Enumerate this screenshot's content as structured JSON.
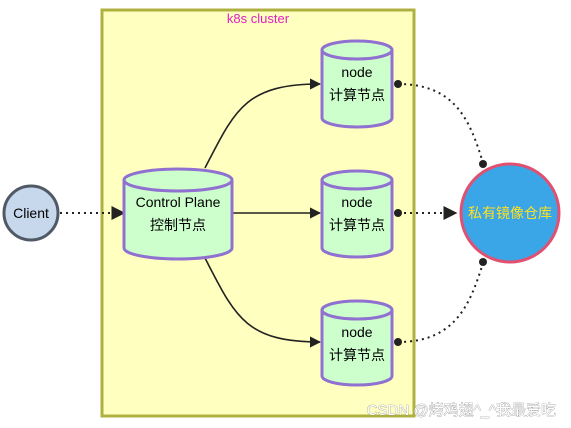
{
  "cluster": {
    "title": "k8s cluster"
  },
  "client": {
    "label": "Client"
  },
  "control_plane": {
    "line1": "Control Plane",
    "line2": "控制节点"
  },
  "nodes": [
    {
      "line1": "node",
      "line2": "计算节点"
    },
    {
      "line1": "node",
      "line2": "计算节点"
    },
    {
      "line1": "node",
      "line2": "计算节点"
    }
  ],
  "registry": {
    "label": "私有镜像仓库"
  },
  "watermark": "CSDN @烤鸡翅^_^我最爱吃",
  "colors": {
    "cluster_fill": "#ffffc0",
    "cluster_border": "#b0b040",
    "cylinder_fill": "#ccffcc",
    "cylinder_border": "#9070d0",
    "client_fill": "#c8d8ec",
    "registry_fill": "#3aa6e8",
    "registry_border": "#e05070"
  }
}
